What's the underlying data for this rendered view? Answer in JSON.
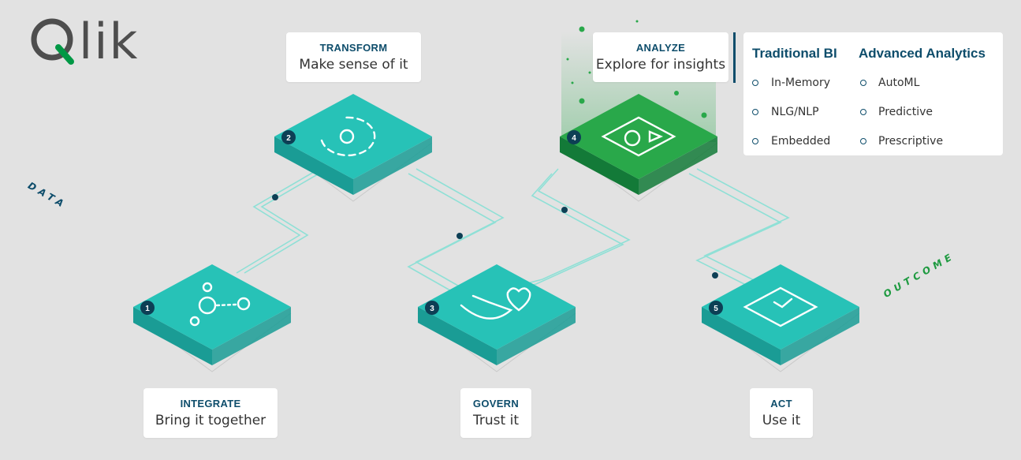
{
  "logo": {
    "text": "lik",
    "brand_green": "#009845",
    "brand_gray": "#4e4e4e"
  },
  "axis_words": {
    "start": "DATA",
    "end": "OUTCOME"
  },
  "steps": [
    {
      "number": "1",
      "title": "INTEGRATE",
      "subtitle": "Bring it together",
      "icon": "integrate-nodes-icon"
    },
    {
      "number": "2",
      "title": "TRANSFORM",
      "subtitle": "Make sense of it",
      "icon": "gear-cycle-icon"
    },
    {
      "number": "3",
      "title": "GOVERN",
      "subtitle": "Trust it",
      "icon": "hand-heart-icon"
    },
    {
      "number": "4",
      "title": "ANALYZE",
      "subtitle": "Explore for insights",
      "icon": "pie-chart-icon"
    },
    {
      "number": "5",
      "title": "ACT",
      "subtitle": "Use it",
      "icon": "action-check-icon"
    }
  ],
  "analytics_panel": {
    "columns": [
      {
        "heading": "Traditional BI",
        "items": [
          "In-Memory",
          "NLG/NLP",
          "Embedded"
        ]
      },
      {
        "heading": "Advanced Analytics",
        "items": [
          "AutoML",
          "Predictive",
          "Prescriptive"
        ]
      }
    ]
  },
  "colors": {
    "teal_top": "#27c2b7",
    "teal_side": "#1a9c95",
    "green_top": "#29a84a",
    "green_side": "#137a38",
    "navy": "#0e4d6b",
    "badge": "#0d3f55"
  }
}
